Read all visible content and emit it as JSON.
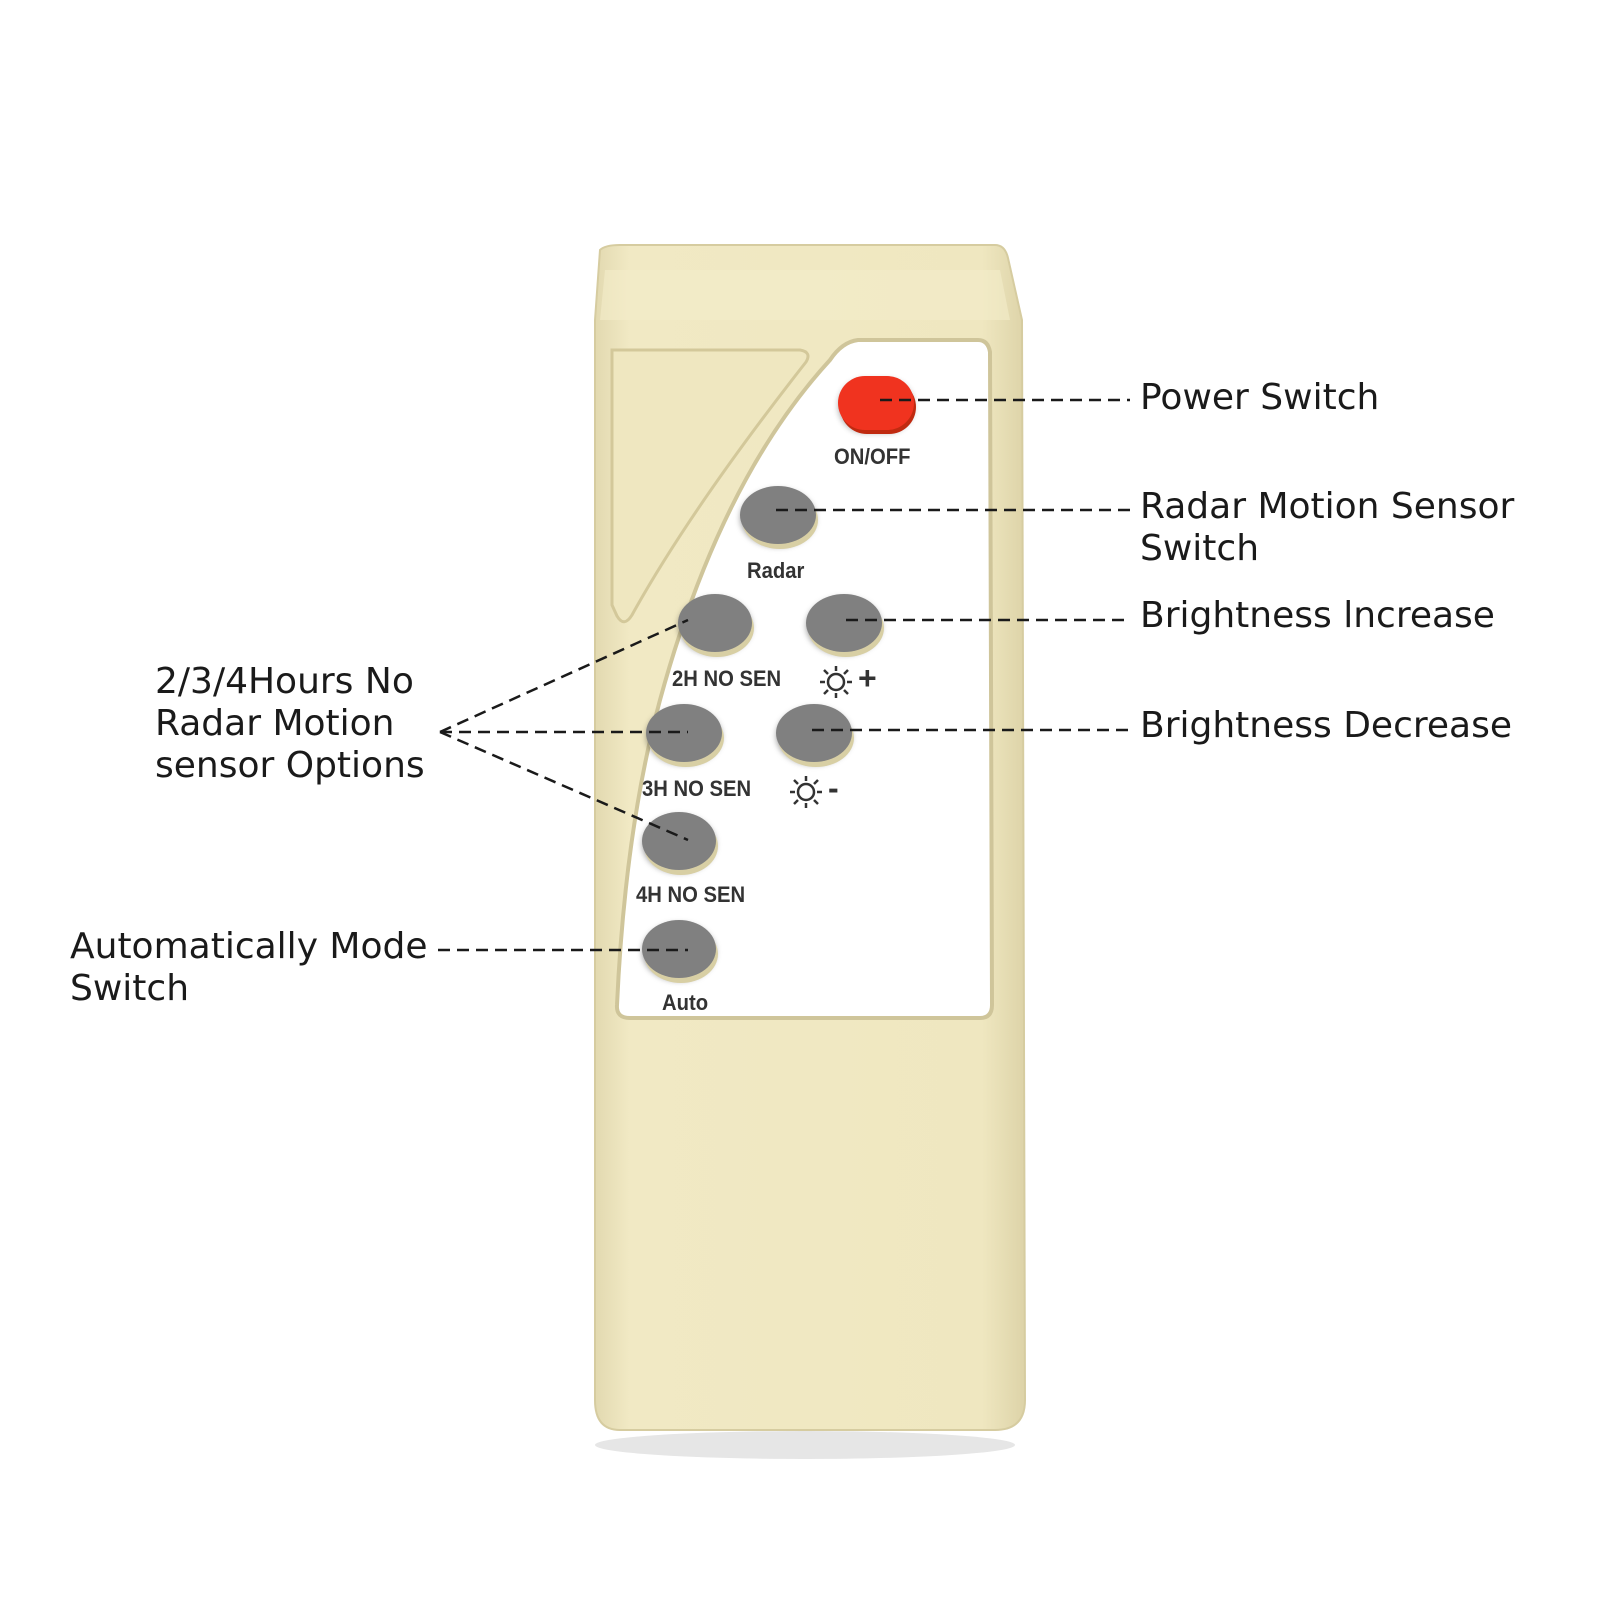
{
  "remote": {
    "colors": {
      "body": "#efe7c0",
      "panel": "#ffffff",
      "power_button": "#f0331f",
      "gray_button": "#808080"
    },
    "buttons": {
      "power": {
        "label": "ON/OFF",
        "icon": "power-button"
      },
      "radar": {
        "label": "Radar"
      },
      "brightness_up": {
        "label": "+",
        "icon": "sun-icon"
      },
      "brightness_down": {
        "label": "-",
        "icon": "sun-icon"
      },
      "h2_no_sen": {
        "label": "2H NO SEN"
      },
      "h3_no_sen": {
        "label": "3H NO SEN"
      },
      "h4_no_sen": {
        "label": "4H NO SEN"
      },
      "auto": {
        "label": "Auto"
      }
    }
  },
  "callouts": {
    "power_switch": "Power Switch",
    "radar_switch_line1": "Radar Motion Sensor",
    "radar_switch_line2": "Switch",
    "brightness_increase": "Brightness lncrease",
    "brightness_decrease": "Brightness Decrease",
    "no_radar_line1": "2/3/4Hours No",
    "no_radar_line2": "Radar Motion",
    "no_radar_line3": "sensor Options",
    "auto_mode_line1": "Automatically Mode",
    "auto_mode_line2": "Switch"
  }
}
